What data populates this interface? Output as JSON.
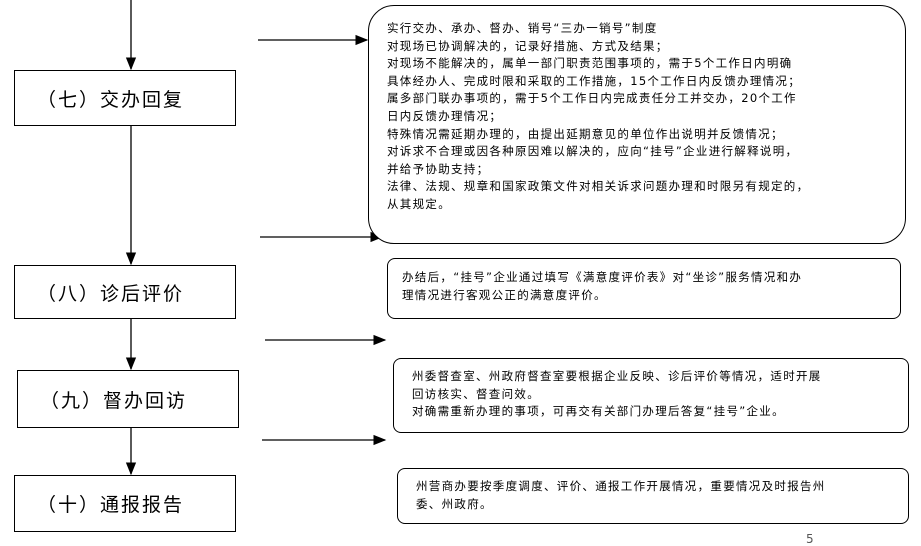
{
  "steps": [
    {
      "label": "（七）交办回复"
    },
    {
      "label": "（八）诊后评价"
    },
    {
      "label": "（九）督办回访"
    },
    {
      "label": "（十）通报报告"
    }
  ],
  "notes": [
    {
      "lines": [
        "实行交办、承办、督办、销号“三办一销号”制度",
        "对现场已协调解决的，记录好措施、方式及结果；",
        "对现场不能解决的，属单一部门职责范围事项的，需于5个工作日内明确",
        "具体经办人、完成时限和采取的工作措施，15个工作日内反馈办理情况；",
        "属多部门联办事项的，需于5个工作日内完成责任分工并交办，20个工作",
        "日内反馈办理情况；",
        "特殊情况需延期办理的，由提出延期意见的单位作出说明并反馈情况；",
        "对诉求不合理或因各种原因难以解决的，应向“挂号”企业进行解释说明，",
        "并给予协助支持；",
        "法律、法规、规章和国家政策文件对相关诉求问题办理和时限另有规定的，",
        "从其规定。"
      ]
    },
    {
      "lines": [
        "办结后，“挂号”企业通过填写《满意度评价表》对“坐诊”服务情况和办",
        "理情况进行客观公正的满意度评价。"
      ]
    },
    {
      "lines": [
        "州委督查室、州政府督查室要根据企业反映、诊后评价等情况，适时开展",
        "回访核实、督查问效。",
        "对确需重新办理的事项，可再交有关部门办理后答复“挂号”企业。"
      ]
    },
    {
      "lines": [
        "州营商办要按季度调度、评价、通报工作开展情况，重要情况及时报告州",
        "委、州政府。"
      ]
    }
  ],
  "page_number": "5"
}
